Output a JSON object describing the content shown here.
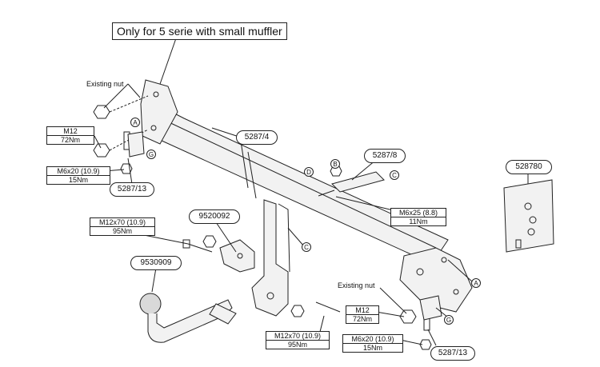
{
  "title": "Only for 5 serie with small muffler",
  "existing_nut_labels": [
    "Existing nut",
    "Existing nut"
  ],
  "torque_specs": {
    "m12_left": {
      "bolt": "M12",
      "torque": "72Nm"
    },
    "m6x20_left": {
      "bolt": "M6x20 (10.9)",
      "torque": "15Nm"
    },
    "m12x70_upper": {
      "bolt": "M12x70 (10.9)",
      "torque": "95Nm"
    },
    "m6x25": {
      "bolt": "M6x25 (8.8)",
      "torque": "11Nm"
    },
    "m12_right": {
      "bolt": "M12",
      "torque": "72Nm"
    },
    "m6x20_right": {
      "bolt": "M6x20 (10.9)",
      "torque": "15Nm"
    },
    "m12x70_lower": {
      "bolt": "M12x70 (10.9)",
      "torque": "95Nm"
    }
  },
  "part_numbers": {
    "crossbar": "5287/4",
    "bracket": "5287/8",
    "left_bracket": "5287/13",
    "right_bracket": "5287/13",
    "clamp": "9520092",
    "towball": "9530909",
    "kit": "528780"
  },
  "callouts": {
    "a_left": "A",
    "g_left": "G",
    "d": "D",
    "b": "B",
    "c_upper": "C",
    "c_mid": "C",
    "a_right": "A",
    "g_right": "G"
  },
  "colors": {
    "line": "#222222",
    "fill": "#f2f2f2",
    "shade": "#d9d9d9"
  }
}
